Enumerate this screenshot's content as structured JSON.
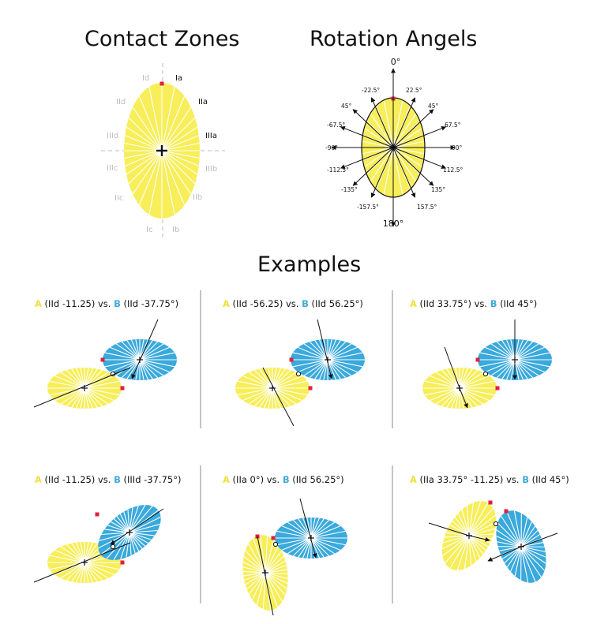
{
  "titles": {
    "contact_zones": "Contact Zones",
    "rotation_angels": "Rotation Angels",
    "examples": "Examples"
  },
  "contact_zones": {
    "labels_right": [
      "Ia",
      "IIa",
      "IIIa",
      "IIIb",
      "IIb",
      "Ib"
    ],
    "labels_left": [
      "Id",
      "IId",
      "IIId",
      "IIIc",
      "IIc",
      "Ic"
    ]
  },
  "rotation_angles": {
    "top_label": "0°",
    "bottom_label": "180°",
    "right": [
      "22.5°",
      "45°",
      "67.5°",
      "90°",
      "112.5°",
      "135°",
      "157.5°"
    ],
    "left": [
      "-22.5°",
      "45°",
      "-67.5°",
      "-90°",
      "-112.5°",
      "-135°",
      "-157.5°"
    ]
  },
  "examples": [
    {
      "a_letter": "A",
      "a_text": " (IId -11.25) vs. ",
      "b_letter": "B",
      "b_text": " (IId -37.75°)"
    },
    {
      "a_letter": "A",
      "a_text": " (IId -56.25) vs. ",
      "b_letter": "B",
      "b_text": " (IId 56.25°)"
    },
    {
      "a_letter": "A",
      "a_text": " (IId 33.75°) vs. ",
      "b_letter": "B",
      "b_text": " (IId 45°)"
    },
    {
      "a_letter": "A",
      "a_text": " (IId -11.25) vs. ",
      "b_letter": "B",
      "b_text": " (IIId -37.75°)"
    },
    {
      "a_letter": "A",
      "a_text": " (IIa 0°) vs. ",
      "b_letter": "B",
      "b_text": " (IId 56.25°)"
    },
    {
      "a_letter": "A",
      "a_text": " (IIa 33.75° -11.25) vs. ",
      "b_letter": "B",
      "b_text": " (IId 45°)"
    }
  ],
  "colors": {
    "yellow": "#f7ee5a",
    "blue": "#3aa9dc",
    "marker": "#e0203c",
    "faint_label": "#bdbdbd",
    "divider": "#888888"
  }
}
